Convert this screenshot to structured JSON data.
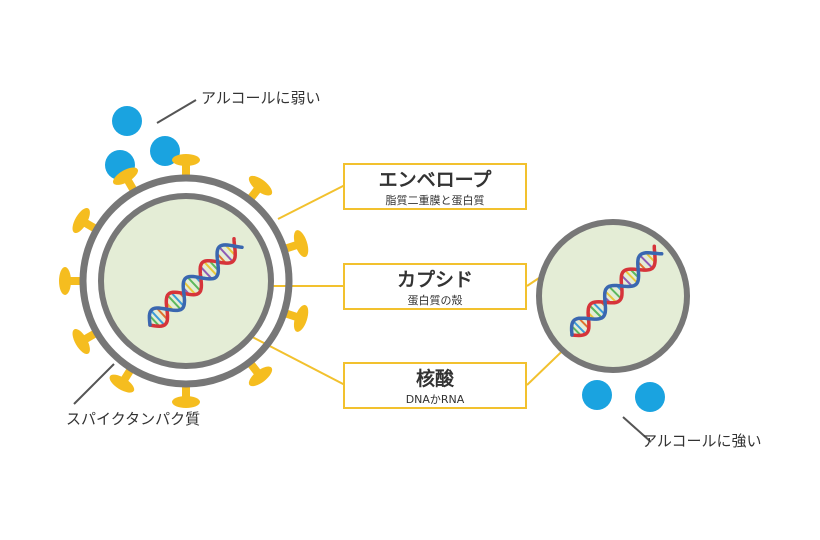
{
  "colors": {
    "spike": "#f5bd1f",
    "membrane": "#777777",
    "inner_fill": "#e4edd6",
    "connector": "#f2c12e",
    "alcohol_drop": "#1aa3e0",
    "leader_line": "#555555",
    "dna_red": "#d6343a",
    "dna_blue": "#3a67b0",
    "dna_rungs": [
      "#e8c63a",
      "#5cb85c",
      "#3a9ad9",
      "#e0712e",
      "#8e5bb5"
    ]
  },
  "labels": {
    "weak_alcohol": "アルコールに弱い",
    "strong_alcohol": "アルコールに強い",
    "spike_protein": "スパイクタンパク質"
  },
  "boxes": [
    {
      "title": "エンベロープ",
      "subtitle": "脂質二重膜と蛋白質"
    },
    {
      "title": "カプシド",
      "subtitle": "蛋白質の殻"
    },
    {
      "title": "核酸",
      "subtitle": "DNAかRNA"
    }
  ]
}
